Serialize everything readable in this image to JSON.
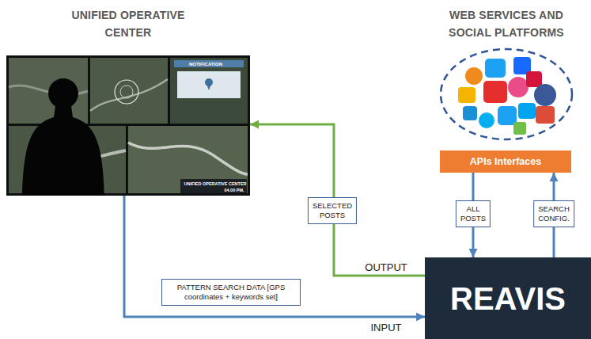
{
  "diagram": {
    "nodes": [
      {
        "text": [
          "UNIFIED OPERATIVE CENTER"
        ]
      },
      {
        "text": [
          "WEB SERVICES AND SOCIAL PLATFORMS"
        ]
      },
      {
        "text": [
          "APIs Interfaces"
        ]
      },
      {
        "text": [
          "REAVIS"
        ]
      }
    ],
    "edges": [
      {
        "from": 0,
        "to": 3,
        "arrow": "to",
        "label": "PATTERN SEARCH DATA [GPS coordinates + keywords set]"
      },
      {
        "from": 3,
        "to": 0,
        "arrow": "to",
        "label": "SELECTED POSTS"
      },
      {
        "from": 2,
        "to": 3,
        "arrow": "to",
        "label": "ALL POSTS"
      },
      {
        "from": 3,
        "to": 2,
        "arrow": "to",
        "label": "SEARCH CONFIG."
      }
    ],
    "labels": [
      "OUTPUT",
      "INPUT",
      "NOTIFICATION",
      "UNIFIED OPERATIVE CENTER",
      "04.00 PM."
    ]
  }
}
